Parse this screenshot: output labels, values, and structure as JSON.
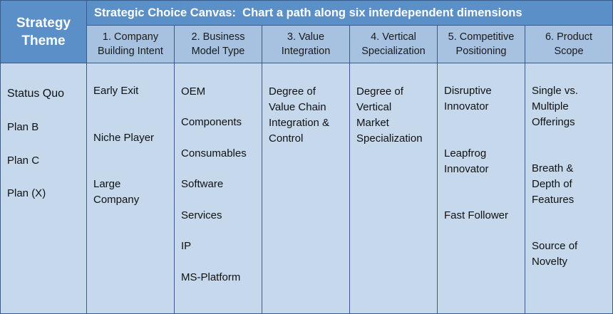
{
  "theme": {
    "header": "Strategy\nTheme",
    "items": [
      "Status Quo",
      "Plan B",
      "Plan C",
      "Plan (X)"
    ]
  },
  "title": "Strategic Choice Canvas:  Chart a path along six interdependent dimensions",
  "colors": {
    "header_dark": "#5b8fc8",
    "header_light": "#a7c2e0",
    "body": "#c5d8ec",
    "border": "#3a5a8c"
  },
  "columns": [
    {
      "header": "1. Company\nBuilding Intent",
      "items": [
        "Early Exit",
        "Niche Player",
        "Large\nCompany"
      ]
    },
    {
      "header": "2. Business\nModel Type",
      "items": [
        "OEM",
        "Components",
        "Consumables",
        "Software",
        "Services",
        "IP",
        "MS-Platform"
      ]
    },
    {
      "header": "3. Value\nIntegration",
      "items": [
        "Degree of\nValue Chain\nIntegration &\nControl"
      ]
    },
    {
      "header": "4. Vertical\nSpecialization",
      "items": [
        "Degree of\nVertical\nMarket\nSpecialization"
      ]
    },
    {
      "header": "5. Competitive\nPositioning",
      "items": [
        "Disruptive\nInnovator",
        "Leapfrog\nInnovator",
        "Fast Follower"
      ]
    },
    {
      "header": "6. Product\nScope",
      "items": [
        "Single vs.\nMultiple\nOfferings",
        "Breath &\nDepth of\nFeatures",
        "Source of\nNovelty"
      ]
    }
  ]
}
